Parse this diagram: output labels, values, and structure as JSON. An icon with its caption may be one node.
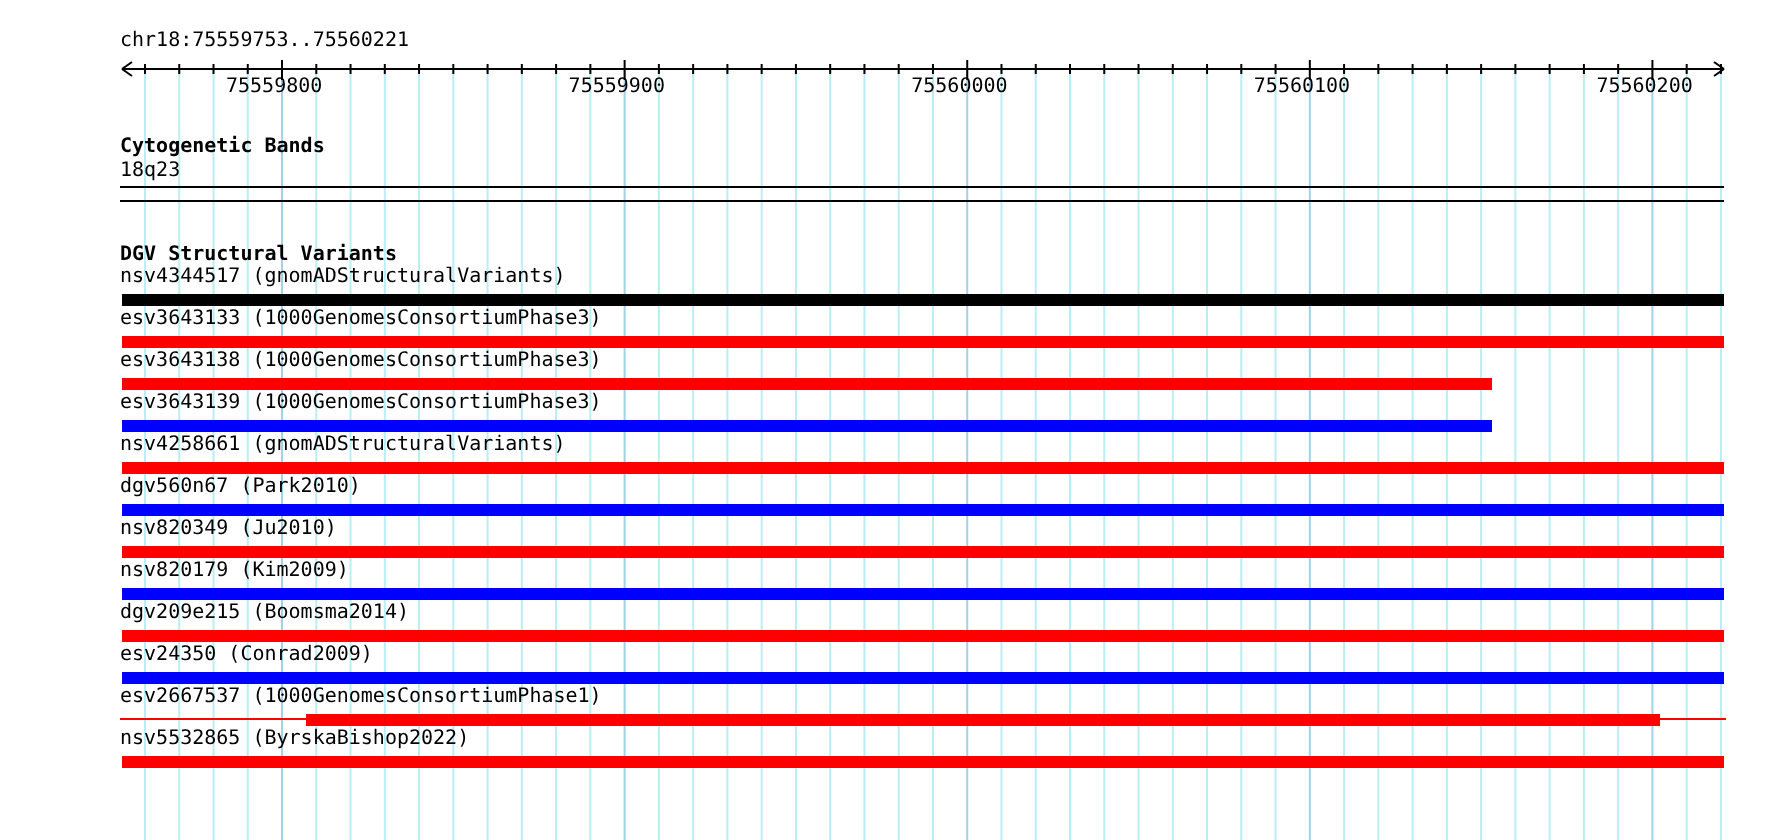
{
  "diagram": {
    "title": "chr18:75559753..75560221",
    "nodes": [
      {
        "text": [
          "nsv4344517 (gnomADStructuralVariants)"
        ]
      },
      {
        "text": [
          "esv3643133 (1000GenomesConsortiumPhase3)"
        ]
      },
      {
        "text": [
          "esv3643138 (1000GenomesConsortiumPhase3)"
        ]
      },
      {
        "text": [
          "esv3643139 (1000GenomesConsortiumPhase3)"
        ]
      },
      {
        "text": [
          "nsv4258661 (gnomADStructuralVariants)"
        ]
      },
      {
        "text": [
          "dgv560n67 (Park2010)"
        ]
      },
      {
        "text": [
          "nsv820349 (Ju2010)"
        ]
      },
      {
        "text": [
          "nsv820179 (Kim2009)"
        ]
      },
      {
        "text": [
          "dgv209e215 (Boomsma2014)"
        ]
      },
      {
        "text": [
          "esv24350 (Conrad2009)"
        ]
      },
      {
        "text": [
          "esv2667537 (1000GenomesConsortiumPhase1)"
        ]
      },
      {
        "text": [
          "nsv5532865 (ByrskaBishop2022)"
        ]
      }
    ],
    "labels": [
      "75559800",
      "75559900",
      "75560000",
      "75560100",
      "75560200",
      "Cytogenetic Bands",
      "18q23",
      "DGV Structural Variants"
    ]
  }
}
